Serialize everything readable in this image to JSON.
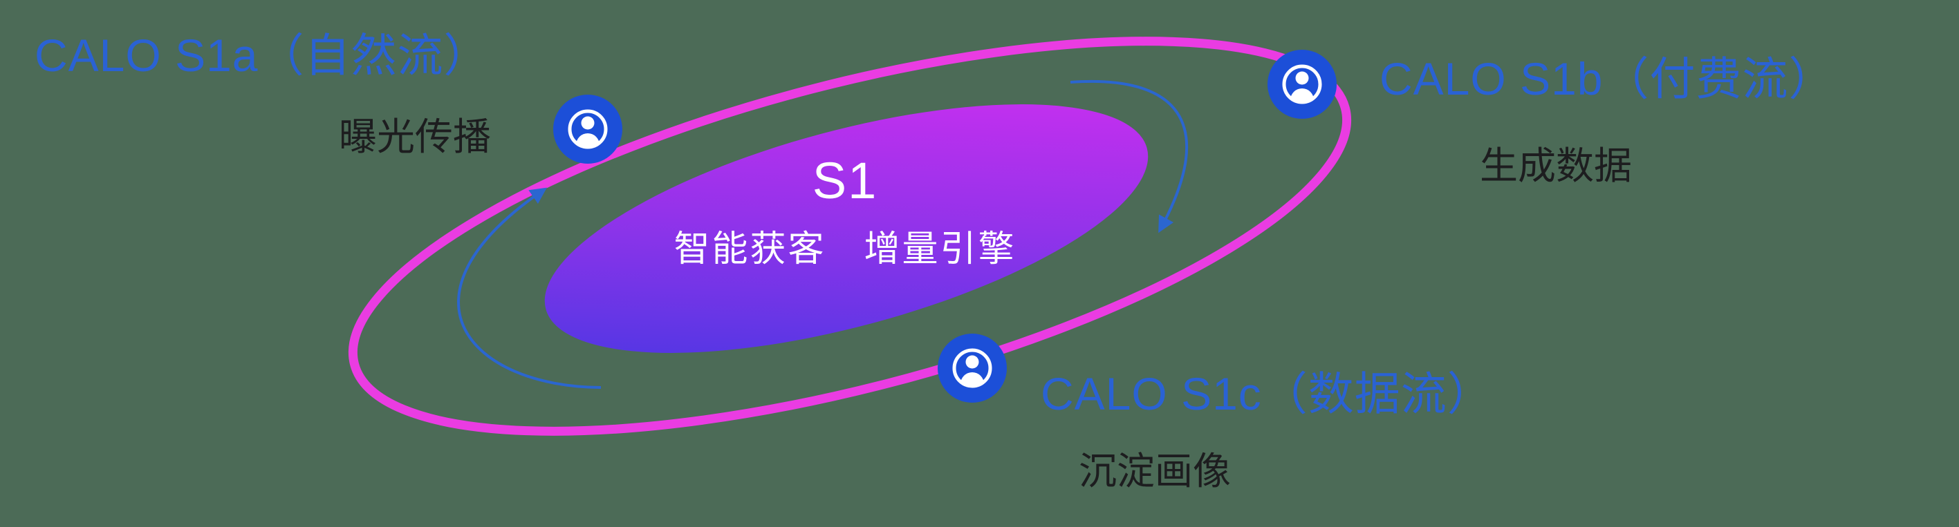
{
  "colors": {
    "background": "#4c6b57",
    "accent_blue": "#2a62d4",
    "ring_magenta": "#ea3ce2",
    "icon_blue": "#1c4fd8",
    "dark_text": "#1d1d1f",
    "core_text": "#ffffff",
    "grad_start": "#4038e2",
    "grad_mid": "#9333ea",
    "grad_end": "#d52ef0",
    "arrow_blue": "#2b66d0"
  },
  "core": {
    "title": "S1",
    "subtitle": "智能获客　增量引擎"
  },
  "nodes": [
    {
      "id": "s1a",
      "title": "CALO S1a（自然流）",
      "subtitle": "曝光传播",
      "icon": "user-icon"
    },
    {
      "id": "s1b",
      "title": "CALO S1b（付费流）",
      "subtitle": "生成数据",
      "icon": "user-icon"
    },
    {
      "id": "s1c",
      "title": "CALO S1c（数据流）",
      "subtitle": "沉淀画像",
      "icon": "user-icon"
    }
  ]
}
